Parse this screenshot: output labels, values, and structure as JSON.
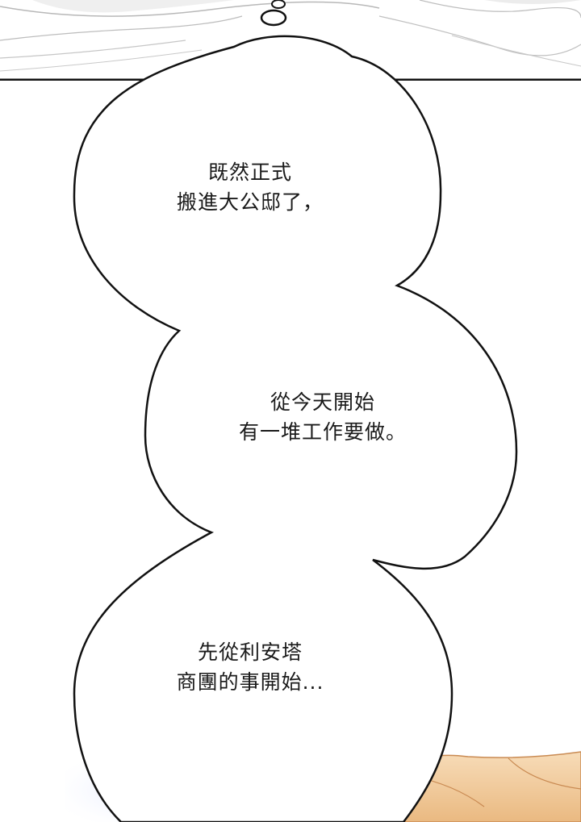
{
  "bubble_1": {
    "line_1": "既然正式",
    "line_2": "搬進大公邸了，"
  },
  "bubble_2": {
    "line_1": "從今天開始",
    "line_2": "有一堆工作要做。"
  },
  "bubble_3": {
    "line_1": "先從利安塔",
    "line_2": "商團的事開始..."
  },
  "colors": {
    "outline": "#111111",
    "sky": "#cfd9ff",
    "skin": "#f3d3a8",
    "sheet": "#e6e6e6"
  }
}
